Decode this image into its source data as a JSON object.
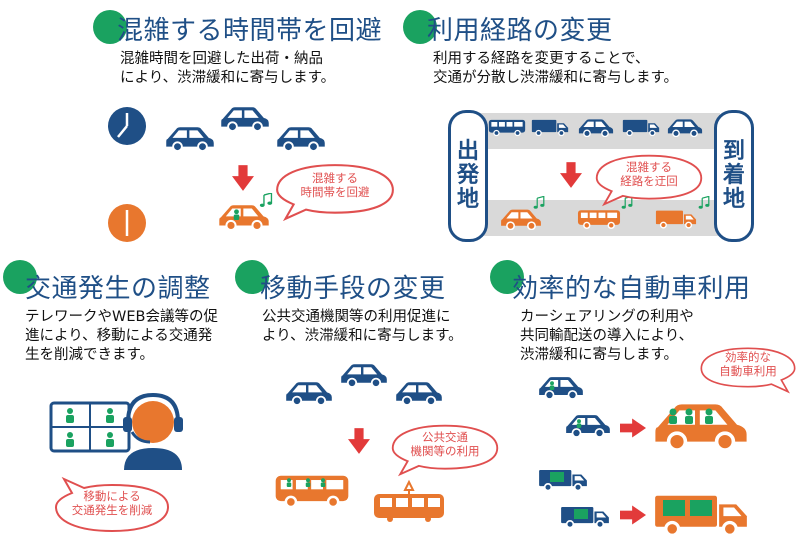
{
  "panels": {
    "off_peak": {
      "title": "混雑する時間帯を回避",
      "desc_lines": [
        "混雑時間を回避した出荷・納品",
        "により、渋滞緩和に寄与します。"
      ],
      "bubble_lines": [
        "混雑する",
        "時間帯を回避"
      ]
    },
    "route_change": {
      "title": "利用経路の変更",
      "desc_lines": [
        "利用する経路を変更することで、",
        "交通が分散し渋滞緩和に寄与します。"
      ],
      "bubble_lines": [
        "混雑する",
        "経路を迂回"
      ],
      "origin_label": [
        "出",
        "発",
        "地"
      ],
      "destination_label": [
        "到",
        "着",
        "地"
      ]
    },
    "traffic_adjust": {
      "title": "交通発生の調整",
      "desc_lines": [
        "テレワークやWEB会議等の促",
        "進により、移動による交通発",
        "生を削減できます。"
      ],
      "bubble_lines": [
        "移動による",
        "交通発生を削減"
      ]
    },
    "mode_change": {
      "title": "移動手段の変更",
      "desc_lines": [
        "公共交通機関等の利用促進に",
        "より、渋滞緩和に寄与します。"
      ],
      "bubble_lines": [
        "公共交通",
        "機関等の利用"
      ]
    },
    "efficient_use": {
      "title": "効率的な自動車利用",
      "desc_lines": [
        "カーシェアリングの利用や",
        "共同輸配送の導入により、",
        "渋滞緩和に寄与します。"
      ],
      "bubble_lines": [
        "効率的な",
        "自動車利用"
      ]
    }
  },
  "icons": {
    "section_marker": "green-circle",
    "clock": "clock-icon",
    "car": "car-icon",
    "truck": "truck-icon",
    "bus": "bus-icon",
    "tram": "tram-icon",
    "arrow": "arrow-down-icon",
    "music": "music-note-icon",
    "operator": "headset-operator-icon",
    "video_call": "video-conference-icon"
  },
  "colors": {
    "accent_green": "#1aa260",
    "navy": "#1f4f86",
    "orange": "#e8772e",
    "red": "#e23a3a",
    "bubble_text": "#e04f4f",
    "road_gray": "#d9d9d9"
  }
}
